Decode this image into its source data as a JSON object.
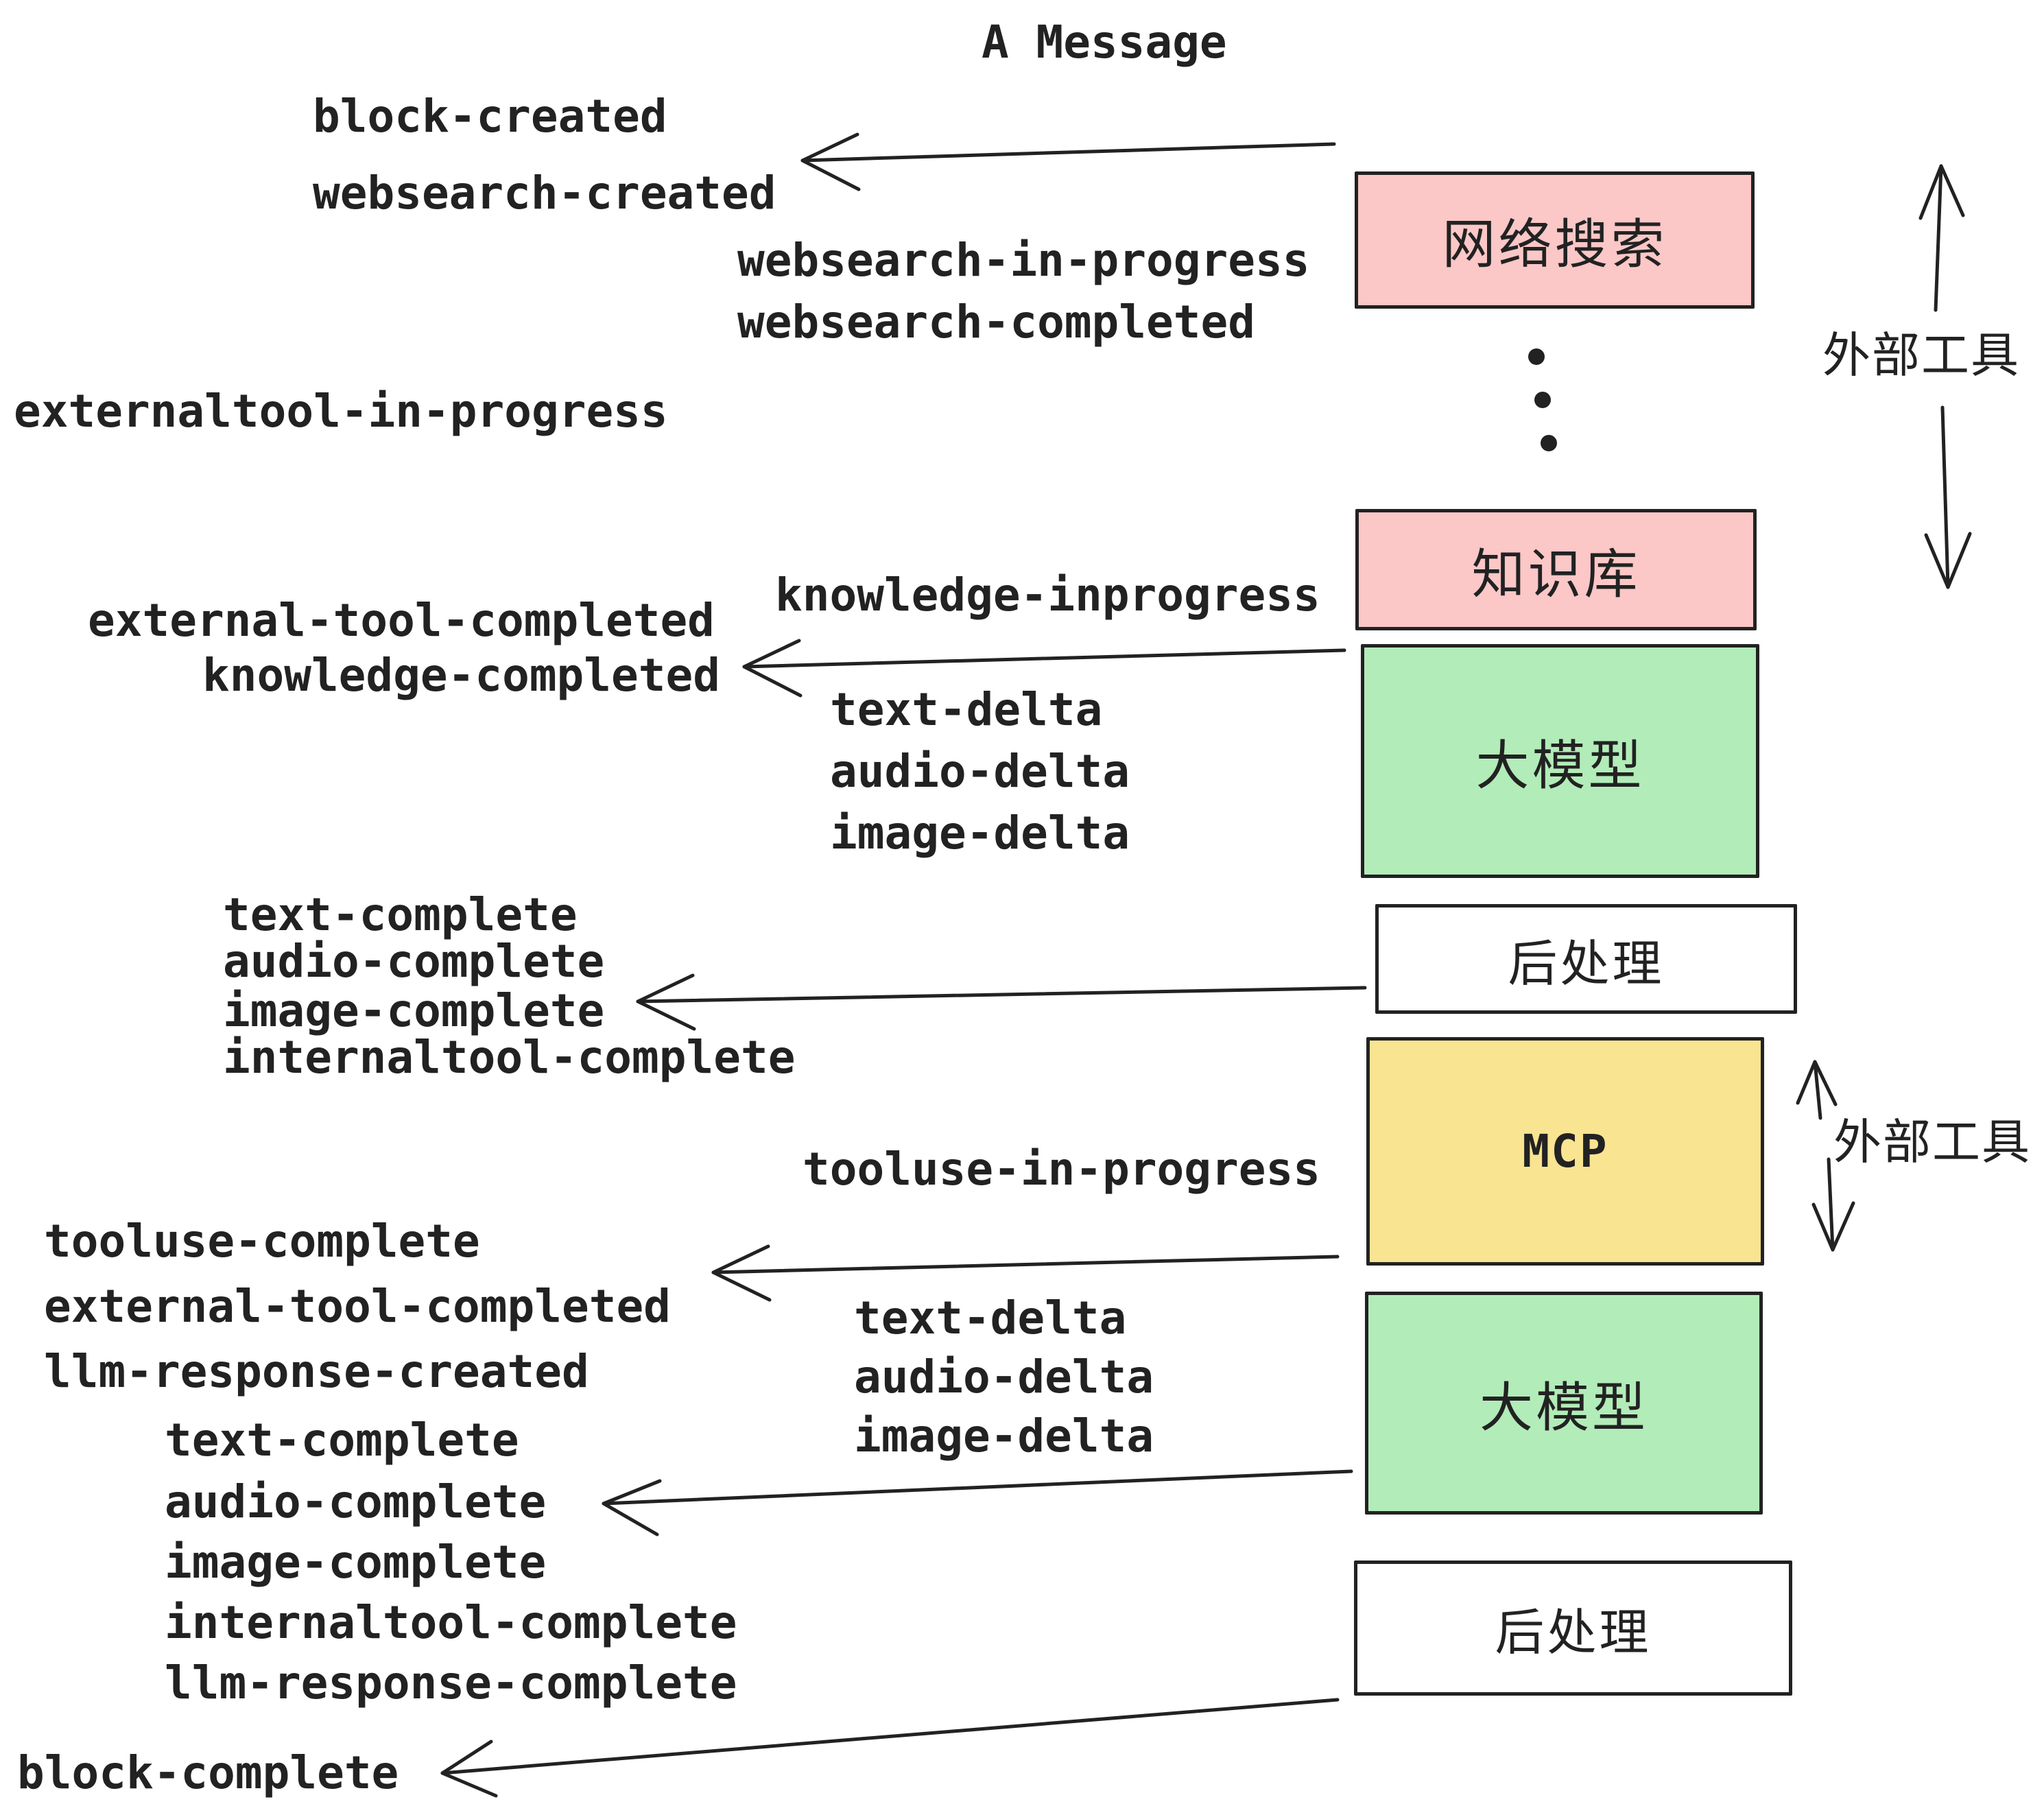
{
  "title": "A Message",
  "events": {
    "block_created": "block-created",
    "websearch_created": "websearch-created",
    "websearch_in_progress": "websearch-in-progress",
    "websearch_completed": "websearch-completed",
    "externaltool_in_progress": "externaltool-in-progress",
    "knowledge_inprogress": "knowledge-inprogress",
    "external_tool_completed_1": "external-tool-completed",
    "knowledge_completed": "knowledge-completed",
    "delta_group_1": {
      "text": "text-delta",
      "audio": "audio-delta",
      "image": "image-delta"
    },
    "complete_group_1": {
      "text": "text-complete",
      "audio": "audio-complete",
      "image": "image-complete",
      "internaltool": "internaltool-complete"
    },
    "tooluse_in_progress": "tooluse-in-progress",
    "tooluse_complete": "tooluse-complete",
    "external_tool_completed_2": "external-tool-completed",
    "llm_response_created": "llm-response-created",
    "delta_group_2": {
      "text": "text-delta",
      "audio": "audio-delta",
      "image": "image-delta"
    },
    "complete_group_2": {
      "text": "text-complete",
      "audio": "audio-complete",
      "image": "image-complete",
      "internaltool": "internaltool-complete",
      "llm_response": "llm-response-complete"
    },
    "block_complete": "block-complete"
  },
  "pipeline_boxes": [
    {
      "id": "websearch",
      "label": "网络搜索",
      "color": "pink"
    },
    {
      "id": "knowledge",
      "label": "知识库",
      "color": "pink"
    },
    {
      "id": "llm_1",
      "label": "大模型",
      "color": "green"
    },
    {
      "id": "postprocess_1",
      "label": "后处理",
      "color": "white"
    },
    {
      "id": "mcp",
      "label": "MCP",
      "color": "yellow"
    },
    {
      "id": "llm_2",
      "label": "大模型",
      "color": "green"
    },
    {
      "id": "postprocess_2",
      "label": "后处理",
      "color": "white"
    }
  ],
  "side_labels": {
    "external_tools_1": "外部工具",
    "external_tools_2": "外部工具"
  },
  "colors": {
    "ink": "#222222",
    "pink": "#fbc7c7",
    "green": "#b2ecb8",
    "yellow": "#f8e491",
    "white": "#ffffff",
    "background": "#ffffff"
  }
}
